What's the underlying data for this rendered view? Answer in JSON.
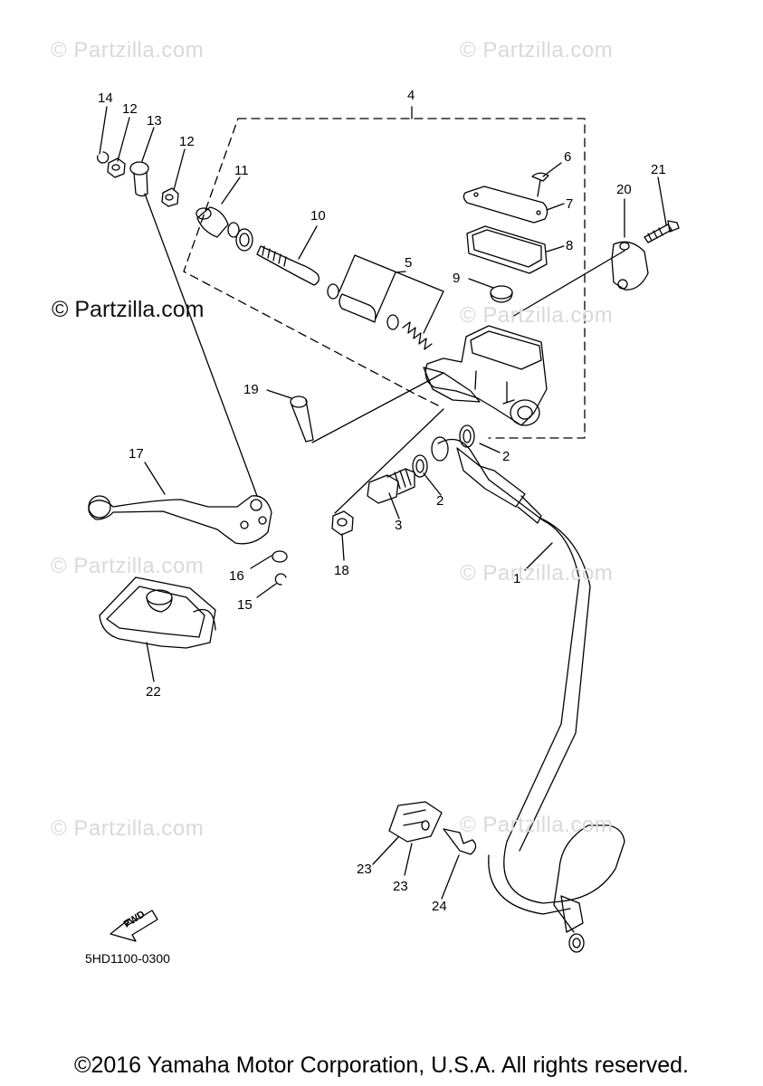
{
  "watermarks": {
    "faint": "© Partzilla.com",
    "strong": "© Partzilla.com"
  },
  "callouts": [
    "1",
    "2",
    "2",
    "3",
    "4",
    "5",
    "6",
    "7",
    "8",
    "9",
    "10",
    "11",
    "12",
    "12",
    "13",
    "14",
    "15",
    "16",
    "17",
    "18",
    "19",
    "20",
    "21",
    "22",
    "23",
    "23",
    "24"
  ],
  "fwd_label": "FWD",
  "diagram_code": "5HD1100-0300",
  "footer": "©2016 Yamaha Motor Corporation, U.S.A. All rights reserved."
}
